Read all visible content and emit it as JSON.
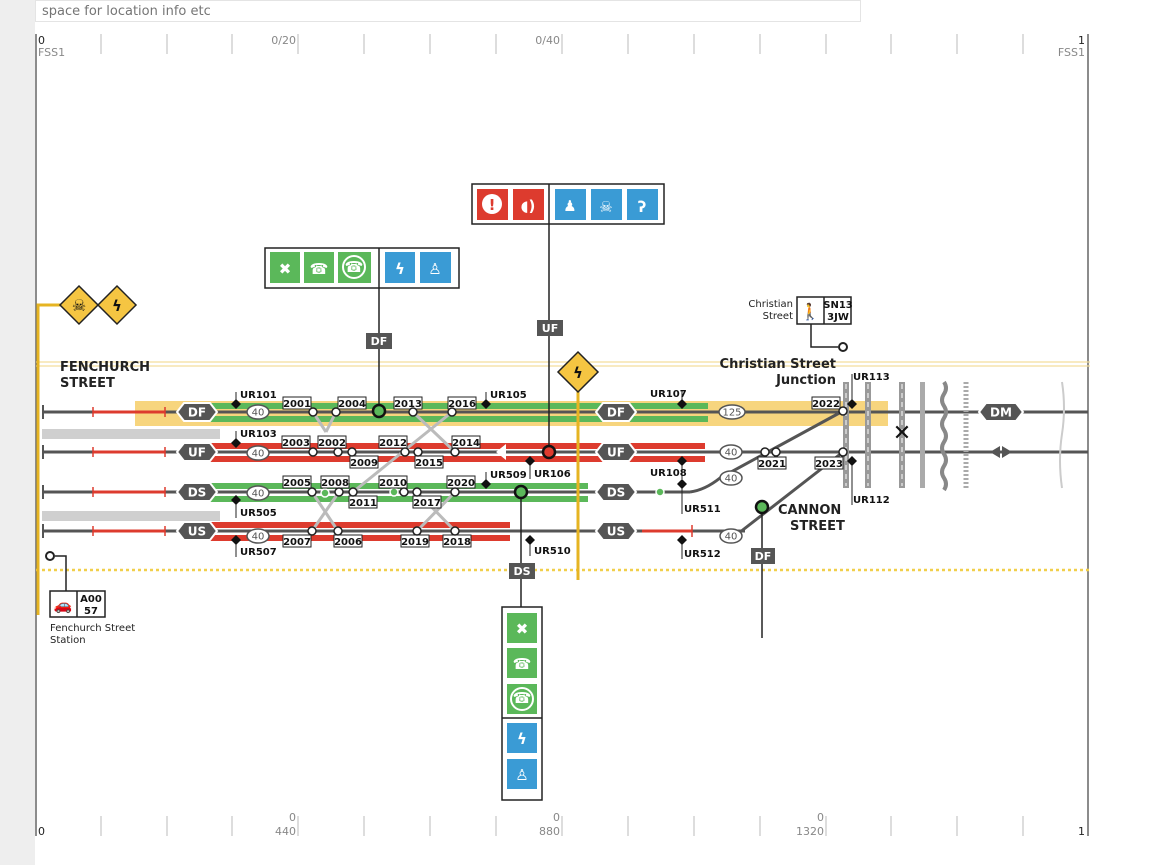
{
  "location_input": {
    "placeholder": "space for location info etc"
  },
  "ruler_top": {
    "left_value": "0",
    "left_code": "FSS1",
    "marks": [
      "0/20",
      "0/40"
    ],
    "right_value": "1",
    "right_code": "FSS1"
  },
  "ruler_bottom": {
    "left_value": "0",
    "marks": [
      {
        "top": "0",
        "bottom": "440"
      },
      {
        "top": "0",
        "bottom": "880"
      },
      {
        "top": "0",
        "bottom": "1320"
      }
    ],
    "right_value": "1"
  },
  "stations": {
    "fenchurch": [
      "FENCHURCH",
      "STREET"
    ],
    "christian_junction": [
      "Christian Street",
      "Junction"
    ],
    "cannon": [
      "CANNON",
      "STREET"
    ]
  },
  "tracks": {
    "left": [
      "DF",
      "UF",
      "DS",
      "US"
    ],
    "mid": [
      "DF",
      "UF",
      "DS",
      "US"
    ],
    "right": "DM"
  },
  "speeds": [
    "40",
    "40",
    "40",
    "40",
    "125",
    "40",
    "40",
    "40"
  ],
  "points": [
    "2001",
    "2004",
    "2013",
    "2016",
    "2003",
    "2002",
    "2009",
    "2012",
    "2015",
    "2014",
    "2005",
    "2008",
    "2011",
    "2010",
    "2017",
    "2020",
    "2007",
    "2006",
    "2019",
    "2018",
    "2022",
    "2021",
    "2023"
  ],
  "signals": [
    "UR101",
    "UR103",
    "UR505",
    "UR507",
    "UR105",
    "UR106",
    "UR509",
    "UR510",
    "UR107",
    "UR108",
    "UR511",
    "UR512",
    "UR113",
    "UR112"
  ],
  "callout_tags": {
    "df_box": "DF",
    "uf_box": "UF",
    "ds_box": "DS",
    "cannon": "DF"
  },
  "access_points": {
    "fenchurch": {
      "code_line1": "A00",
      "code_line2": "57",
      "name_line1": "Fenchurch Street",
      "name_line2": "Station",
      "icon": "car-icon"
    },
    "christian": {
      "code_line1": "SN13",
      "code_line2": "3JW",
      "name_line1": "Christian",
      "name_line2": "Street",
      "icon": "pedestrian-icon"
    }
  },
  "hazard_icons": [
    "skull-crossbones-icon",
    "electricity-icon"
  ],
  "colors": {
    "green": "#5bb85a",
    "red": "#dd3b2e",
    "blue": "#3a9bd5",
    "yellow": "#f7d57e",
    "track": "#555555",
    "hazard": "#f5c542"
  }
}
